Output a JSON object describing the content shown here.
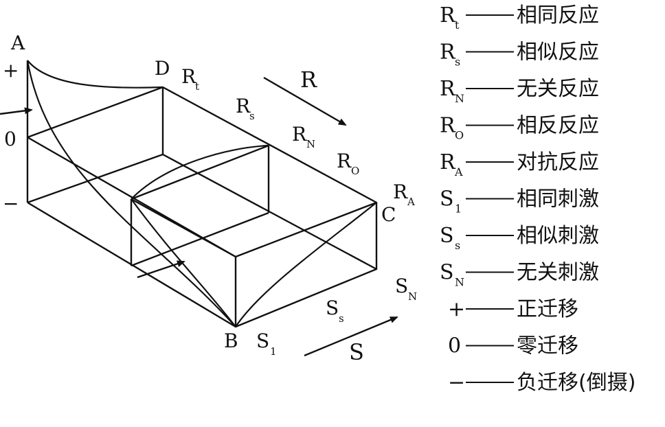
{
  "diagram": {
    "vertices": {
      "A": "A",
      "B": "B",
      "C": "C",
      "D": "D"
    },
    "scale_marks": {
      "plus": "+",
      "zero": "0",
      "minus": "−"
    },
    "edge_labels": {
      "Rt": {
        "main": "R",
        "sub": "t"
      },
      "Rs": {
        "main": "R",
        "sub": "s"
      },
      "RN": {
        "main": "R",
        "sub": "N"
      },
      "RO": {
        "main": "R",
        "sub": "O"
      },
      "RA": {
        "main": "R",
        "sub": "A"
      },
      "S1": {
        "main": "S",
        "sub": "1"
      },
      "Ss": {
        "main": "S",
        "sub": "s"
      },
      "SN": {
        "main": "S",
        "sub": "N"
      }
    },
    "axis_words": {
      "R": "R",
      "S": "S"
    }
  },
  "legend": [
    {
      "main": "R",
      "sub": "t",
      "desc": "相同反应"
    },
    {
      "main": "R",
      "sub": "s",
      "desc": "相似反应"
    },
    {
      "main": "R",
      "sub": "N",
      "desc": "无关反应"
    },
    {
      "main": "R",
      "sub": "O",
      "desc": "相反反应"
    },
    {
      "main": "R",
      "sub": "A",
      "desc": "对抗反应"
    },
    {
      "main": "S",
      "sub": "1",
      "desc": "相同刺激"
    },
    {
      "main": "S",
      "sub": "s",
      "desc": "相似刺激"
    },
    {
      "main": "S",
      "sub": "N",
      "desc": "无关刺激"
    },
    {
      "main": "+",
      "sub": "",
      "desc": "正迁移"
    },
    {
      "main": "0",
      "sub": "",
      "desc": "零迁移"
    },
    {
      "main": "−",
      "sub": "",
      "desc": "负迁移(倒摄)"
    }
  ]
}
